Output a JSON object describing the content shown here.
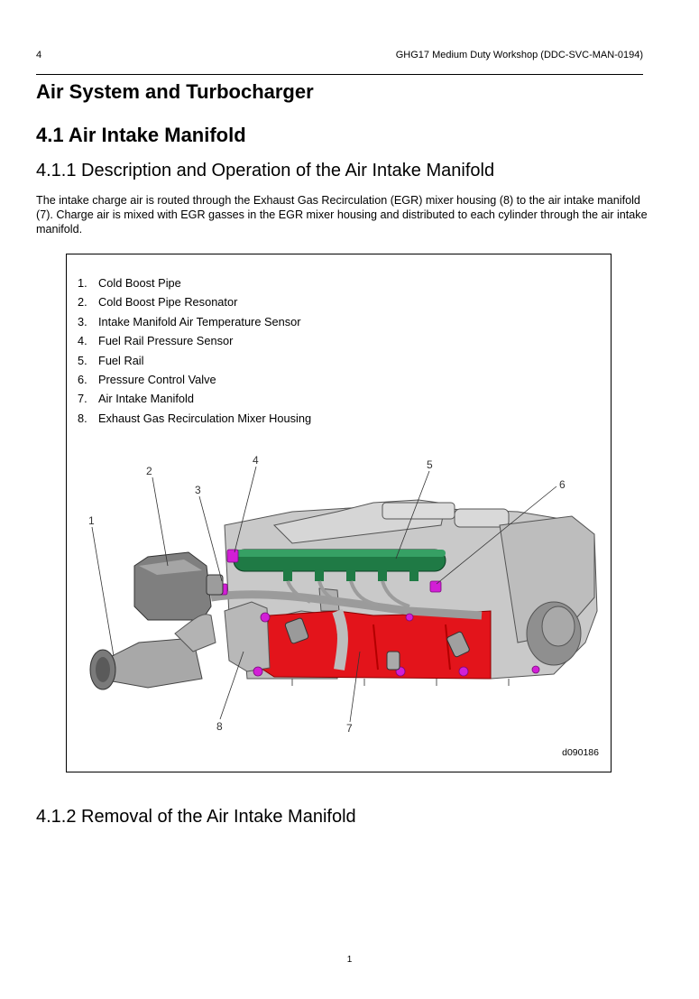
{
  "header": {
    "page_number": "4",
    "document_title": "GHG17 Medium Duty Workshop (DDC-SVC-MAN-0194)"
  },
  "chapter_title": "Air System and Turbocharger",
  "section_title": "4.1 Air Intake Manifold",
  "subsection_1": {
    "title": "4.1.1 Description and Operation of the Air Intake Manifold",
    "paragraph": "The intake charge air is routed through the Exhaust Gas Recirculation (EGR) mixer housing (8) to the air intake manifold (7). Charge air is mixed with EGR gasses in the EGR mixer housing and distributed to each cylinder through the air intake manifold."
  },
  "figure": {
    "legend": [
      {
        "num": "1.",
        "label": "Cold Boost Pipe"
      },
      {
        "num": "2.",
        "label": "Cold Boost Pipe Resonator"
      },
      {
        "num": "3.",
        "label": "Intake Manifold Air Temperature Sensor"
      },
      {
        "num": "4.",
        "label": "Fuel Rail Pressure Sensor"
      },
      {
        "num": "5.",
        "label": "Fuel Rail"
      },
      {
        "num": "6.",
        "label": "Pressure Control Valve"
      },
      {
        "num": "7.",
        "label": "Air Intake Manifold"
      },
      {
        "num": "8.",
        "label": "Exhaust Gas Recirculation Mixer Housing"
      }
    ],
    "callouts": [
      "1",
      "2",
      "3",
      "4",
      "5",
      "6",
      "7",
      "8"
    ],
    "figure_id": "d090186",
    "colors": {
      "fuel_rail": "#1f7a45",
      "intake_manifold": "#e3141b",
      "sensor_highlight": "#d21fd6",
      "engine_body": "#c8c8c8"
    }
  },
  "subsection_2": {
    "title": "4.1.2 Removal of the Air Intake Manifold"
  },
  "footer": {
    "page_number": "1"
  }
}
